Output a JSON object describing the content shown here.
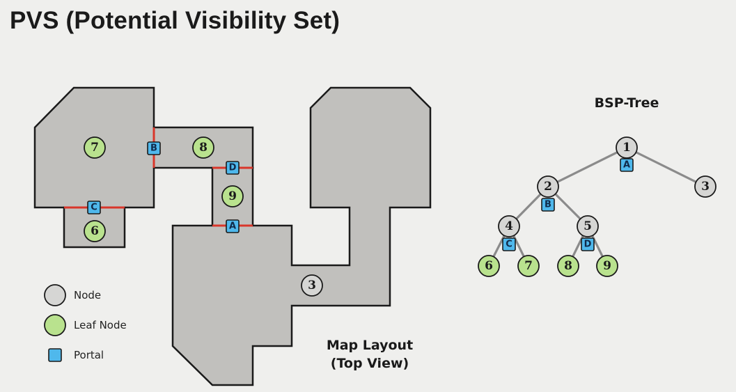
{
  "title": "PVS (Potential Visibility Set)",
  "map": {
    "caption_line1": "Map Layout",
    "caption_line2": "(Top View)",
    "leaf_labels": {
      "l7": "7",
      "l8": "8",
      "l9": "9",
      "l6": "6"
    },
    "node_labels": {
      "n3": "3"
    },
    "portal_labels": {
      "B": "B",
      "D": "D",
      "C": "C",
      "A": "A"
    }
  },
  "tree": {
    "caption": "BSP-Tree",
    "node_labels": {
      "n1": "1",
      "n2": "2",
      "n3": "3",
      "n4": "4",
      "n5": "5"
    },
    "leaf_labels": {
      "l6": "6",
      "l7": "7",
      "l8": "8",
      "l9": "9"
    },
    "portal_labels": {
      "A": "A",
      "B": "B",
      "C": "C",
      "D": "D"
    }
  },
  "legend": {
    "node": "Node",
    "leaf": "Leaf Node",
    "portal": "Portal"
  },
  "colors": {
    "room": "#c1c0bd",
    "leaf": "#b9e28e",
    "node": "#d6d6d4",
    "portal": "#4fb8ec",
    "portal_edge": "#d9362a",
    "tree_edge": "#8b8b8b"
  }
}
